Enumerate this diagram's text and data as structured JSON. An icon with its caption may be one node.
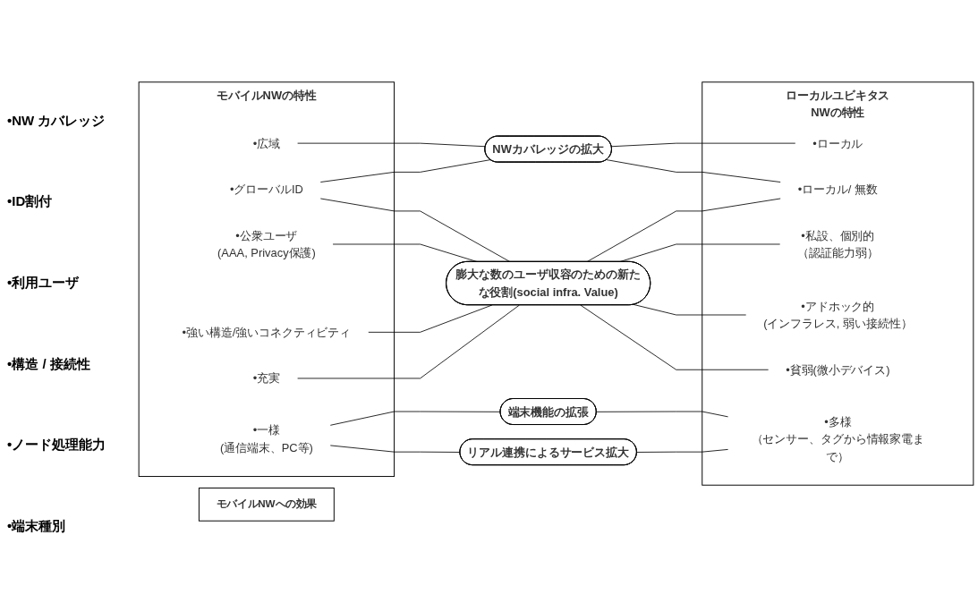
{
  "diagram": {
    "nodes": [
      {
        "text": [
          "モバイルNWの特性"
        ]
      },
      {
        "text": [
          "•広域"
        ],
        "in": 0
      },
      {
        "text": [
          "•グローバルID"
        ],
        "in": 0
      },
      {
        "text": [
          "•公衆ユーザ",
          "(AAA, Privacy保護)"
        ],
        "in": 0
      },
      {
        "text": [
          "•強い構造/強いコネクティビティ"
        ],
        "in": 0
      },
      {
        "text": [
          "•充実"
        ],
        "in": 0
      },
      {
        "text": [
          "•一様",
          "(通信端末、PC等)"
        ],
        "in": 0
      },
      {
        "text": [
          "モバイルNWへの効果"
        ]
      },
      {
        "text": [
          "NWカバレッジの拡大"
        ]
      },
      {
        "text": [
          "膨大な数のユーザ収容のための新たな役割(social infra. Value)"
        ]
      },
      {
        "text": [
          "端末機能の拡張"
        ]
      },
      {
        "text": [
          "リアル連携によるサービス拡大"
        ]
      },
      {
        "text": [
          "ローカルユビキタスNWの特性"
        ]
      },
      {
        "text": [
          "•ローカル"
        ],
        "in": 12
      },
      {
        "text": [
          "•ローカル/ 無数"
        ],
        "in": 12
      },
      {
        "text": [
          "•私設、個別的",
          "（認証能力弱）"
        ],
        "in": 12
      },
      {
        "text": [
          "•アドホック的",
          "(インフラレス, 弱い接続性）"
        ],
        "in": 12
      },
      {
        "text": [
          "•貧弱(微小デバイス)"
        ],
        "in": 12
      },
      {
        "text": [
          "•多様",
          "（センサー、タグから情報家電まで）"
        ],
        "in": 12
      }
    ],
    "edges": [
      {
        "from": 1,
        "to": 8,
        "arrow": "none"
      },
      {
        "from": 8,
        "to": 13,
        "arrow": "none"
      },
      {
        "from": 2,
        "to": 8,
        "arrow": "none"
      },
      {
        "from": 2,
        "to": 9,
        "arrow": "none"
      },
      {
        "from": 8,
        "to": 14,
        "arrow": "none"
      },
      {
        "from": 9,
        "to": 14,
        "arrow": "none"
      },
      {
        "from": 3,
        "to": 9,
        "arrow": "none"
      },
      {
        "from": 9,
        "to": 15,
        "arrow": "none"
      },
      {
        "from": 4,
        "to": 9,
        "arrow": "none"
      },
      {
        "from": 5,
        "to": 9,
        "arrow": "none"
      },
      {
        "from": 9,
        "to": 16,
        "arrow": "none"
      },
      {
        "from": 9,
        "to": 17,
        "arrow": "none"
      },
      {
        "from": 6,
        "to": 10,
        "arrow": "none"
      },
      {
        "from": 6,
        "to": 11,
        "arrow": "none"
      },
      {
        "from": 10,
        "to": 18,
        "arrow": "none"
      },
      {
        "from": 11,
        "to": 18,
        "arrow": "none"
      }
    ],
    "labels": [
      "•NW カバレッジ",
      "•ID割付",
      "•利用ユーザ",
      "•構造 / 接続性",
      "•ノード処理能力",
      "•端末種別"
    ]
  }
}
